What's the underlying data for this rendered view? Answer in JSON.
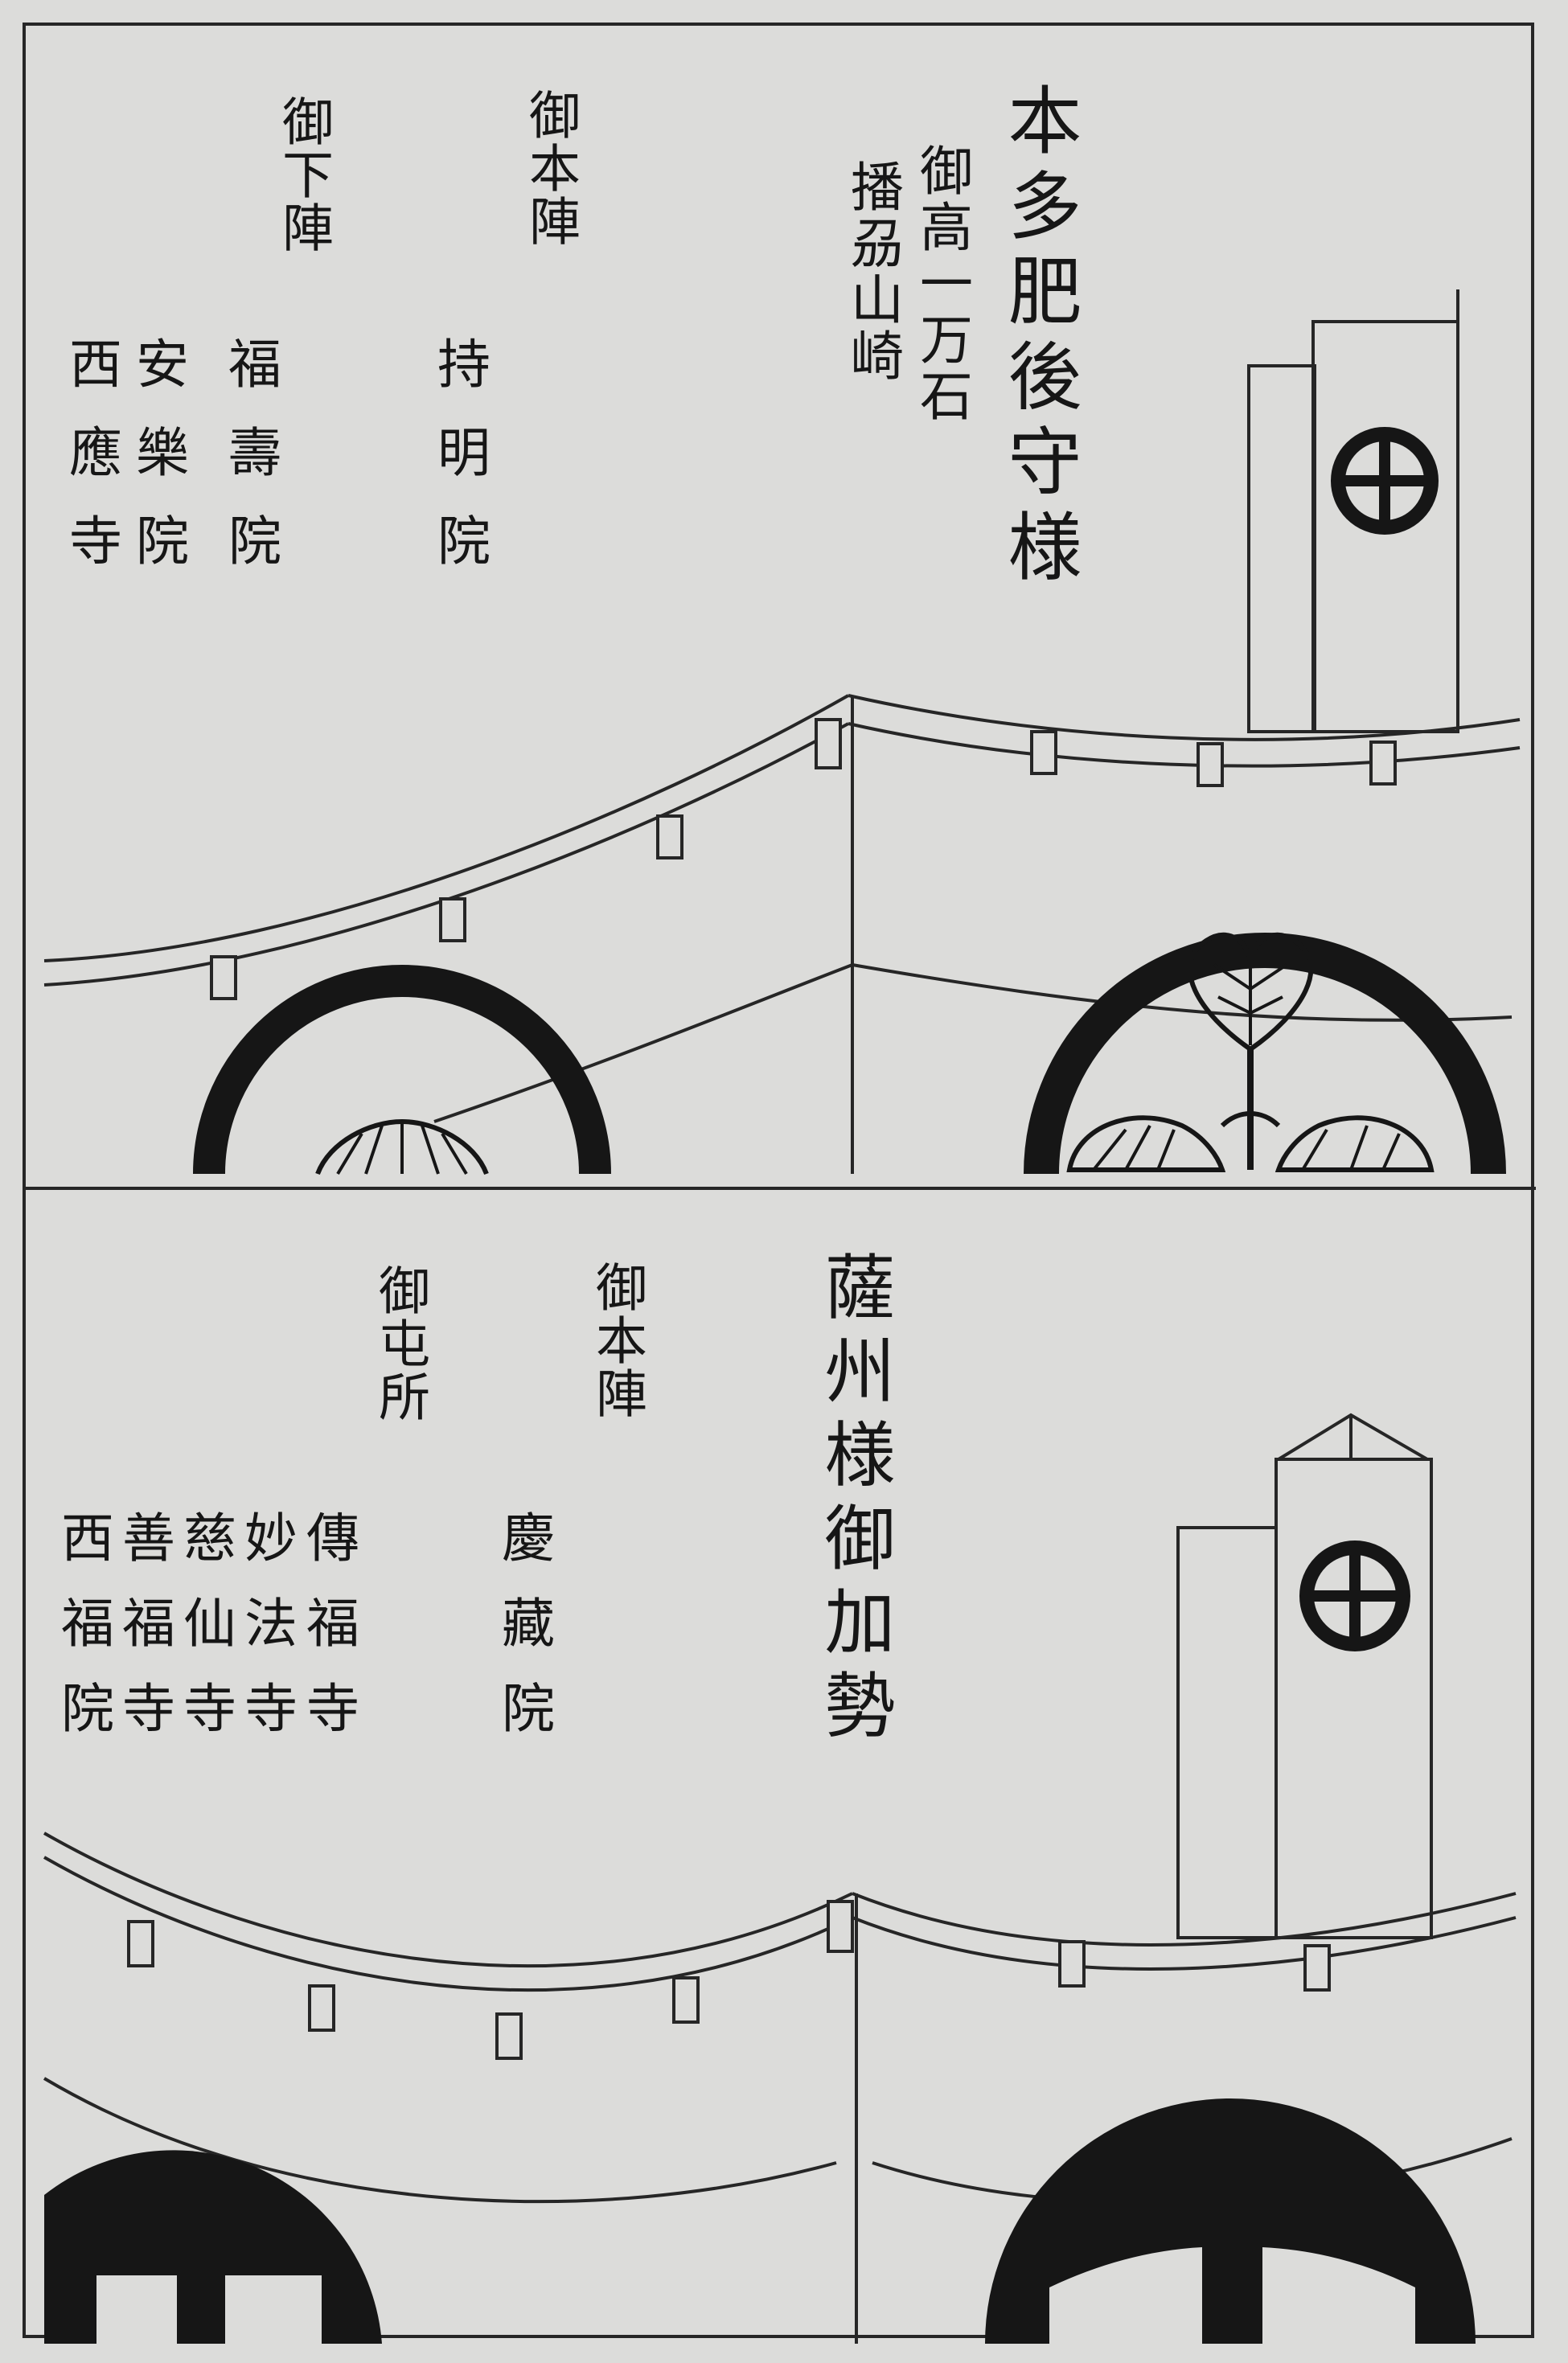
{
  "panel_1": {
    "title": "本多肥後守様",
    "stipend": "御高一万石",
    "domain": "播刕山崎",
    "honjin_heading": "御本陣",
    "honjin_temple": "持明院",
    "shimojin_heading": "御下陣",
    "shimojin_temples": [
      "西應寺",
      "安樂院",
      "福壽院"
    ]
  },
  "panel_2": {
    "title": "薩州様御加勢",
    "honjin_heading": "御本陣",
    "honjin_temple": "慶藏院",
    "tonsho_heading": "御屯所",
    "tonsho_temples": [
      "西福院",
      "善福寺",
      "慈仙寺",
      "妙法寺",
      "傳福寺"
    ]
  },
  "colors": {
    "paper": "#dcdcda",
    "ink": "#161616"
  },
  "icons": [
    "circle-cross-crest-icon",
    "hollyhock-leaf-crest-icon",
    "maru-ni-ichi-crest-icon"
  ]
}
